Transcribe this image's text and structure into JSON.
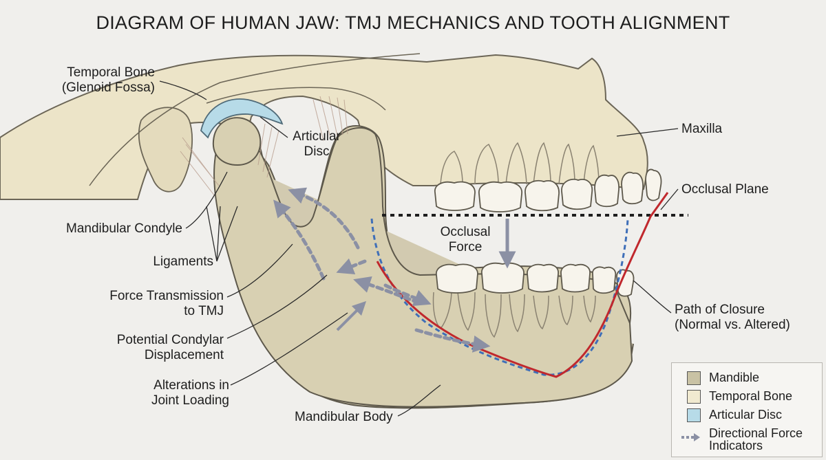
{
  "title": "DIAGRAM OF HUMAN JAW: TMJ MECHANICS AND TOOTH ALIGNMENT",
  "colors": {
    "mandible": "#d8d0b2",
    "temporal_bone": "#ece4c8",
    "articular_disc": "#b7dbe8",
    "force_arrow": "#8b90a4",
    "normal_path": "#3f6fb8",
    "altered_path": "#c0282d",
    "background": "#f0efec"
  },
  "labels": {
    "temporal_bone": [
      "Temporal Bone",
      "(Glenoid Fossa)"
    ],
    "articular_disc": [
      "Articular",
      "Disc"
    ],
    "maxilla": "Maxilla",
    "occlusal_plane": "Occlusal Plane",
    "occlusal_force": [
      "Occlusal",
      "Force"
    ],
    "mandibular_condyle": "Mandibular Condyle",
    "ligaments": "Ligaments",
    "force_transmission": [
      "Force Transmission",
      "to TMJ"
    ],
    "path_of_closure": [
      "Path of Closure",
      "(Normal vs. Altered)"
    ],
    "condylar_displacement": [
      "Potential Condylar",
      "Displacement"
    ],
    "joint_loading": [
      "Alterations in",
      "Joint Loading"
    ],
    "mandibular_body": "Mandibular Body"
  },
  "legend": {
    "items": [
      {
        "label": "Mandible",
        "swatch": "#c9c2a4"
      },
      {
        "label": "Temporal Bone",
        "swatch": "#f1ead0"
      },
      {
        "label": "Articular Disc",
        "swatch": "#b7dbe8"
      }
    ],
    "arrow_label": [
      "Directional Force",
      "Indicators"
    ]
  }
}
